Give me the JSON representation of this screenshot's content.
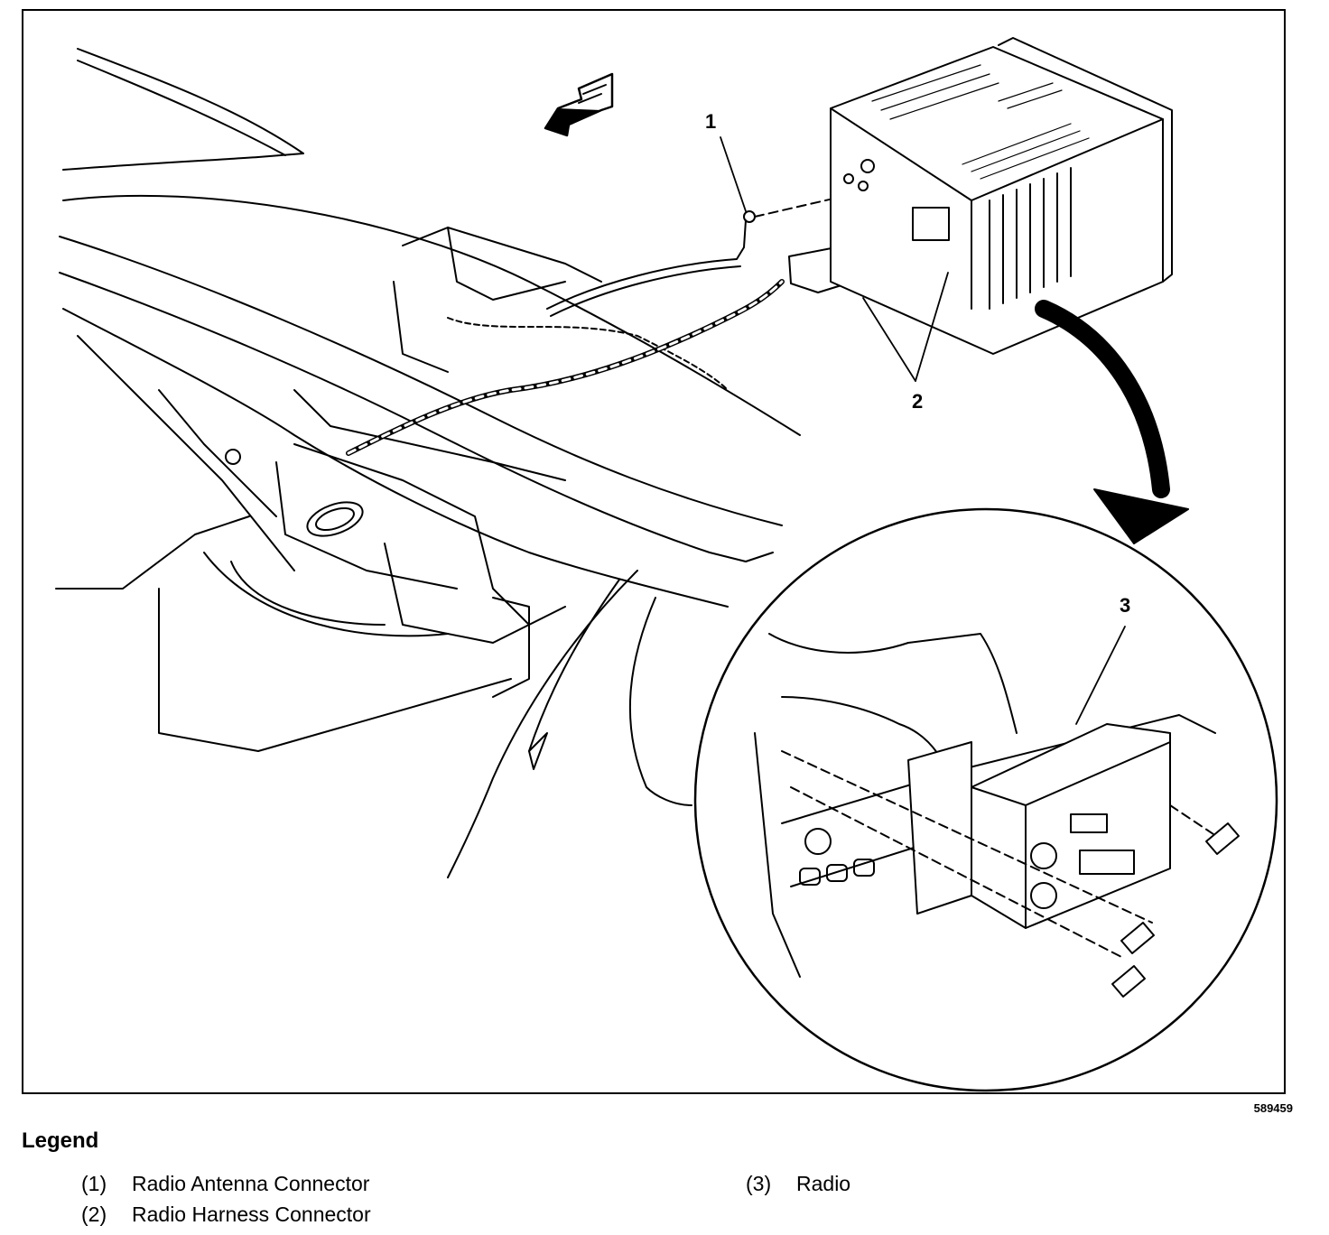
{
  "figure": {
    "id": "589459",
    "callouts": [
      "1",
      "2",
      "3"
    ]
  },
  "legend": {
    "title": "Legend",
    "items": [
      {
        "number": "(1)",
        "label": "Radio Antenna Connector"
      },
      {
        "number": "(2)",
        "label": "Radio Harness Connector"
      },
      {
        "number": "(3)",
        "label": "Radio"
      }
    ]
  },
  "colors": {
    "line": "#000000",
    "background": "#ffffff"
  }
}
